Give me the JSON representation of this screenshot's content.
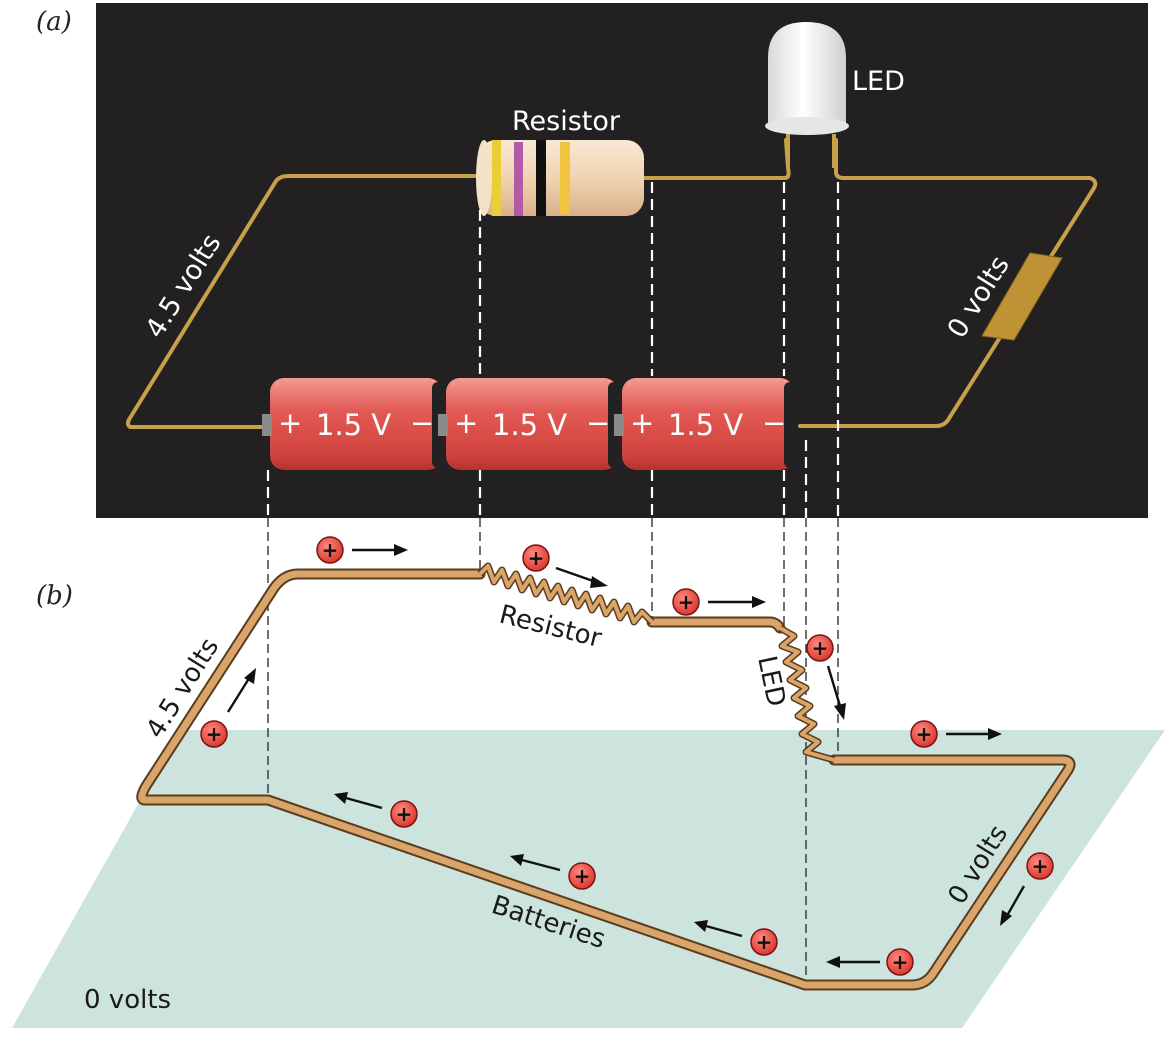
{
  "panel_a": {
    "label": "(a)",
    "resistor_label": "Resistor",
    "led_label": "LED",
    "left_wire_label": "4.5 volts",
    "right_wire_label": "0 volts",
    "batteries": [
      {
        "plus": "+",
        "voltage": "1.5 V",
        "minus": "−"
      },
      {
        "plus": "+",
        "voltage": "1.5 V",
        "minus": "−"
      },
      {
        "plus": "+",
        "voltage": "1.5 V",
        "minus": "−"
      }
    ]
  },
  "panel_b": {
    "label": "(b)",
    "resistor_label": "Resistor",
    "led_label": "LED",
    "left_label": "4.5 volts",
    "right_label": "0 volts",
    "batteries_label": "Batteries",
    "ground_label": "0 volts",
    "charge_symbol": "+"
  },
  "colors": {
    "panel_a_background": "#222020",
    "wire": "#c8a04a",
    "battery": "#e04a4a",
    "ground_plane": "#cde3de",
    "charge": "#e2443c"
  }
}
